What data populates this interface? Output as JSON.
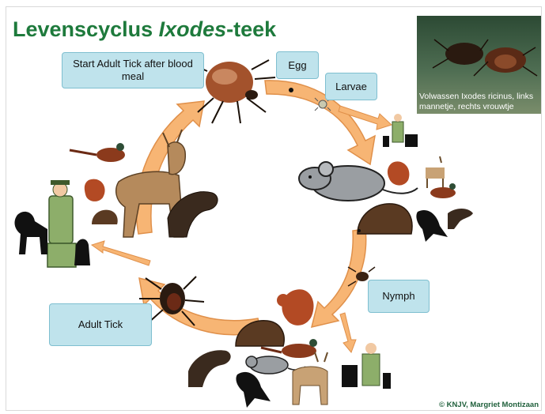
{
  "title": {
    "prefix": "Levenscyclus ",
    "italic": "Ixodes",
    "suffix": "-teek"
  },
  "stages": {
    "start_adult": "Start Adult Tick after blood meal",
    "egg": "Egg",
    "larvae": "Larvae",
    "nymph": "Nymph",
    "adult": "Adult Tick"
  },
  "photo": {
    "caption": "Volwassen Ixodes ricinus, links mannetje, rechts vrouwtje"
  },
  "credit": "© KNJV, Margriet Montizaan",
  "colors": {
    "title": "#1e7a3c",
    "arrow": "#f7b574",
    "label_bg": "#bfe3ec"
  }
}
